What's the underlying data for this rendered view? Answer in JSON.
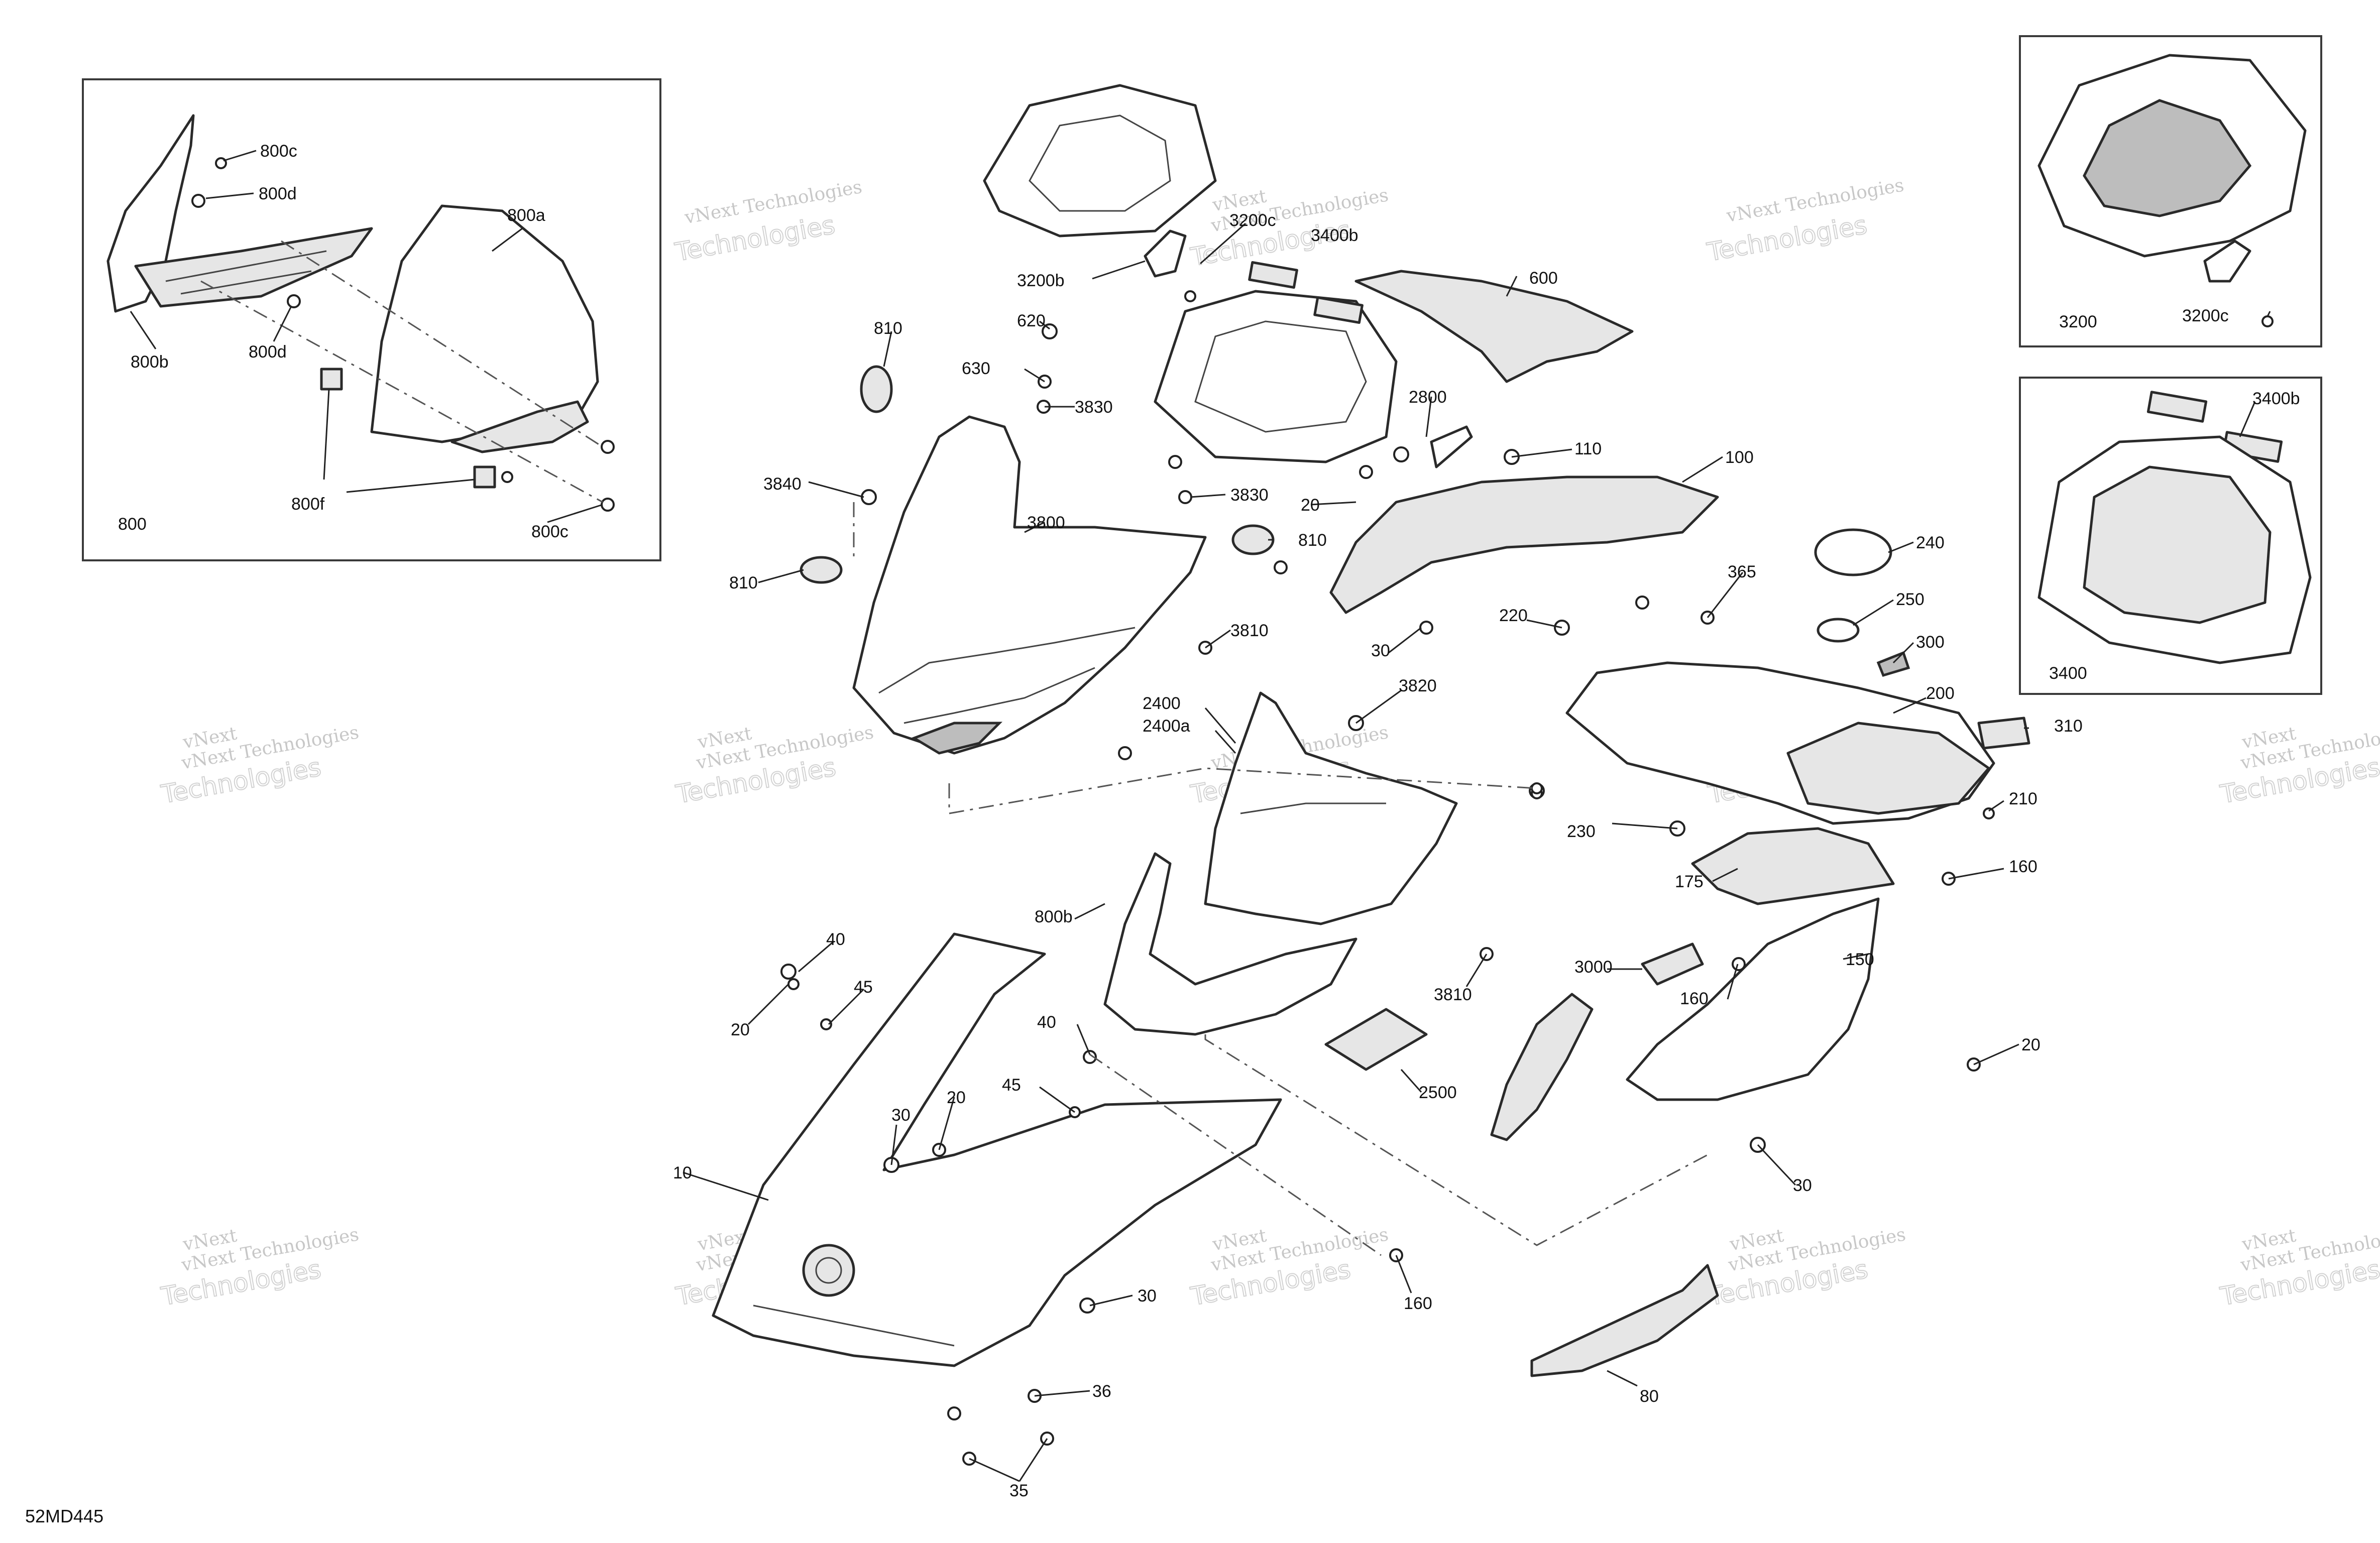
{
  "diagram_ref": "52MD445",
  "watermark": {
    "line1": "vNext Technologies",
    "line2": "Technologies",
    "line3": "vNext"
  },
  "callouts": [
    "800c",
    "800d",
    "800a",
    "800b",
    "800d",
    "800f",
    "800c",
    "800",
    "3200c",
    "3400b",
    "3200b",
    "600",
    "810",
    "620",
    "630",
    "3830",
    "2800",
    "110",
    "100",
    "3840",
    "3830",
    "20",
    "3800",
    "810",
    "810",
    "240",
    "365",
    "250",
    "220",
    "3810",
    "300",
    "30",
    "3820",
    "2400",
    "2400a",
    "200",
    "310",
    "230",
    "210",
    "175",
    "160",
    "800b",
    "150",
    "3000",
    "160",
    "3810",
    "2500",
    "40",
    "45",
    "20",
    "40",
    "45",
    "20",
    "20",
    "30",
    "30",
    "10",
    "30",
    "160",
    "36",
    "80",
    "35",
    "3200",
    "3200c",
    "3400b",
    "3400"
  ]
}
